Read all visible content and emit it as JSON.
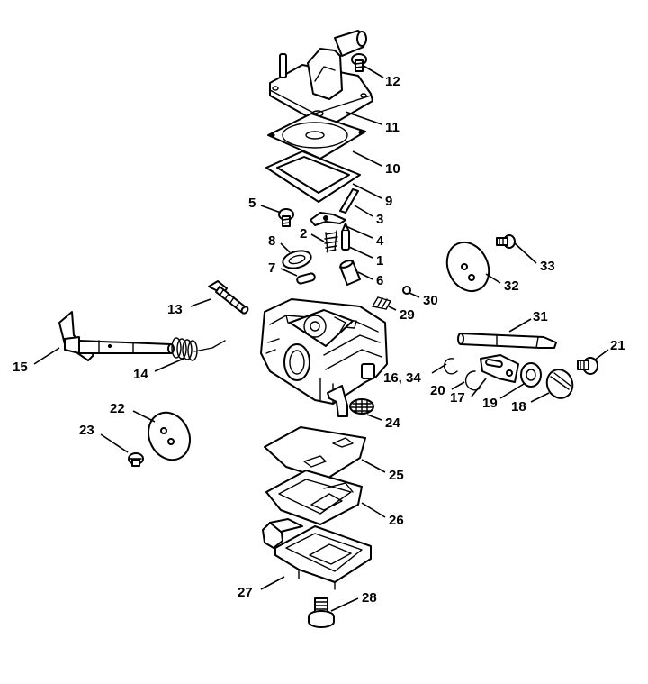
{
  "callouts": {
    "c1": "1",
    "c2": "2",
    "c3": "3",
    "c4": "4",
    "c5": "5",
    "c6": "6",
    "c7": "7",
    "c8": "8",
    "c9": "9",
    "c10": "10",
    "c11": "11",
    "c12": "12",
    "c13": "13",
    "c14": "14",
    "c15": "15",
    "c1634": "16, 34",
    "c17": "17",
    "c18": "18",
    "c19": "19",
    "c20": "20",
    "c21": "21",
    "c22": "22",
    "c23": "23",
    "c24": "24",
    "c25": "25",
    "c26": "26",
    "c27": "27",
    "c28": "28",
    "c29": "29",
    "c30": "30",
    "c31": "31",
    "c32": "32",
    "c33": "33"
  },
  "colors": {
    "line": "#000000",
    "background": "#ffffff"
  }
}
